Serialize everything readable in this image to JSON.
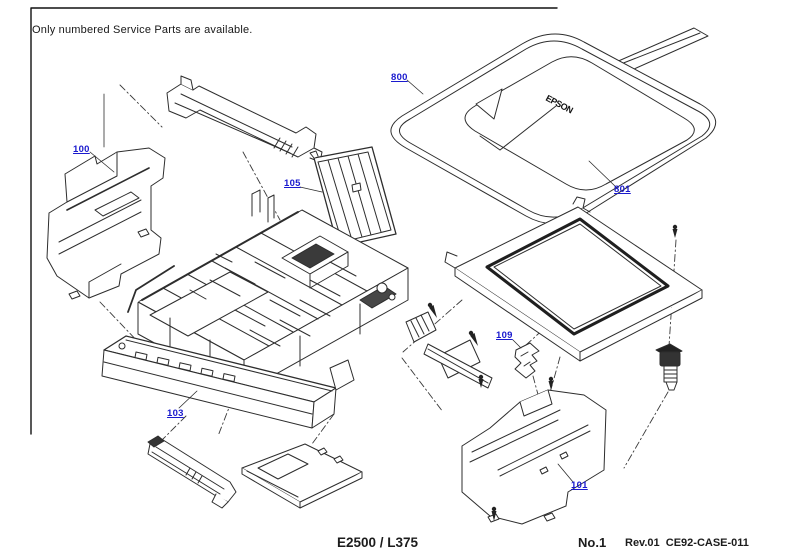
{
  "note": "Only numbered Service Parts are available.",
  "logo_text": "EPSON",
  "part_labels": {
    "p100": "100",
    "p105": "105",
    "p103": "103",
    "p109": "109",
    "p101": "101",
    "p800": "800",
    "p801": "801"
  },
  "footer": {
    "model": "E2500 / L375",
    "page_no": "No.1",
    "revision": "Rev.01  CE92-CASE-011"
  },
  "colors": {
    "label_link": "#1a1ace",
    "line": "#2d2d2d",
    "background": "#ffffff"
  }
}
